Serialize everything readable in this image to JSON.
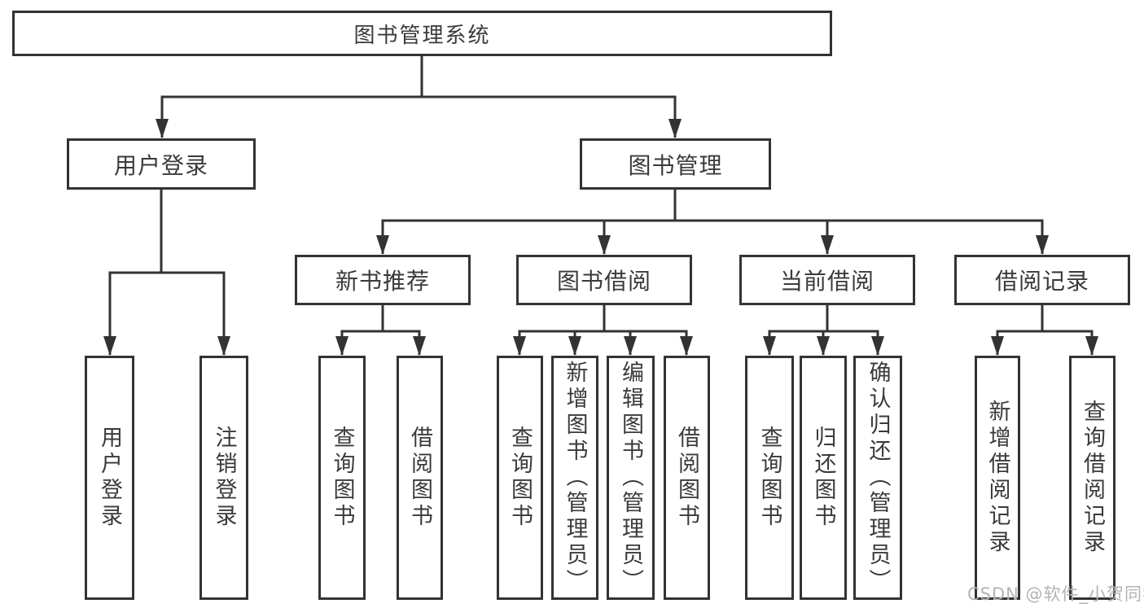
{
  "diagram": {
    "title": "图书管理系统",
    "tree": {
      "label": "图书管理系统",
      "children": [
        {
          "label": "用户登录",
          "children": [
            {
              "label": "用户登录"
            },
            {
              "label": "注销登录"
            }
          ]
        },
        {
          "label": "图书管理",
          "children": [
            {
              "label": "新书推荐",
              "children": [
                {
                  "label": "查询图书"
                },
                {
                  "label": "借阅图书"
                }
              ]
            },
            {
              "label": "图书借阅",
              "children": [
                {
                  "label": "查询图书"
                },
                {
                  "label": "新增图书（管理员）"
                },
                {
                  "label": "编辑图书（管理员）"
                },
                {
                  "label": "借阅图书"
                }
              ]
            },
            {
              "label": "当前借阅",
              "children": [
                {
                  "label": "查询图书"
                },
                {
                  "label": "归还图书"
                },
                {
                  "label": "确认归还（管理员）"
                }
              ]
            },
            {
              "label": "借阅记录",
              "children": [
                {
                  "label": "新增借阅记录"
                },
                {
                  "label": "查询借阅记录"
                }
              ]
            }
          ]
        }
      ]
    }
  },
  "watermark": "CSDN @软件_小贺同学",
  "colors": {
    "line": "#333333",
    "text": "#3a3a3a",
    "background": "#ffffff",
    "watermark": "#b3b3b3"
  }
}
